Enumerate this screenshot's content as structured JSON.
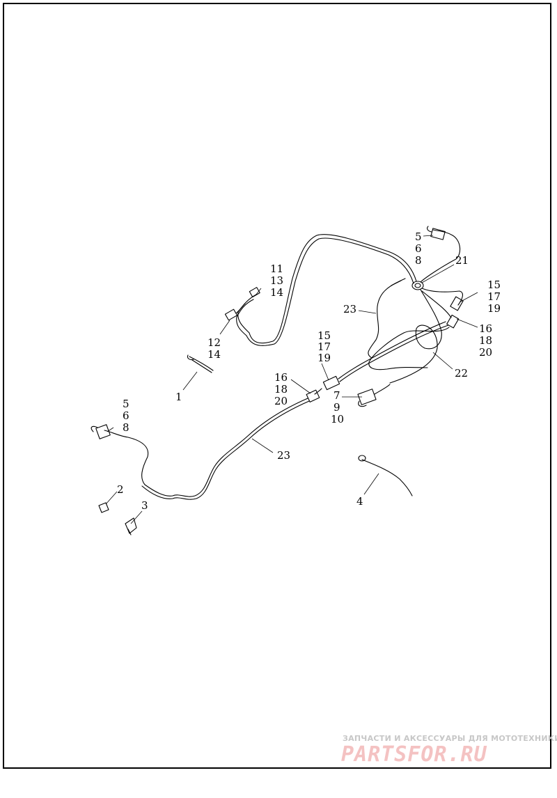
{
  "callouts": [
    {
      "id": "c1",
      "text": "1"
    },
    {
      "id": "c2",
      "text": "2"
    },
    {
      "id": "c3",
      "text": "3"
    },
    {
      "id": "c4",
      "text": "4"
    },
    {
      "id": "c5a",
      "text": "5"
    },
    {
      "id": "c6a",
      "text": "6"
    },
    {
      "id": "c8a",
      "text": "8"
    },
    {
      "id": "c5b",
      "text": "5"
    },
    {
      "id": "c6b",
      "text": "6"
    },
    {
      "id": "c8b",
      "text": "8"
    },
    {
      "id": "c7",
      "text": "7"
    },
    {
      "id": "c9",
      "text": "9"
    },
    {
      "id": "c10",
      "text": "10"
    },
    {
      "id": "c11",
      "text": "11"
    },
    {
      "id": "c13",
      "text": "13"
    },
    {
      "id": "c14a",
      "text": "14"
    },
    {
      "id": "c12",
      "text": "12"
    },
    {
      "id": "c14b",
      "text": "14"
    },
    {
      "id": "c15a",
      "text": "15"
    },
    {
      "id": "c17a",
      "text": "17"
    },
    {
      "id": "c19a",
      "text": "19"
    },
    {
      "id": "c15b",
      "text": "15"
    },
    {
      "id": "c17b",
      "text": "17"
    },
    {
      "id": "c19b",
      "text": "19"
    },
    {
      "id": "c16a",
      "text": "16"
    },
    {
      "id": "c18a",
      "text": "18"
    },
    {
      "id": "c20a",
      "text": "20"
    },
    {
      "id": "c16b",
      "text": "16"
    },
    {
      "id": "c18b",
      "text": "18"
    },
    {
      "id": "c20b",
      "text": "20"
    },
    {
      "id": "c21",
      "text": "21"
    },
    {
      "id": "c22",
      "text": "22"
    },
    {
      "id": "c23a",
      "text": "23"
    },
    {
      "id": "c23b",
      "text": "23"
    }
  ],
  "watermark": {
    "tagline": "ЗАПЧАСТИ И АКСЕССУАРЫ ДЛЯ МОТОТЕХНИКИ",
    "logo": "PARTSFOR.RU"
  }
}
